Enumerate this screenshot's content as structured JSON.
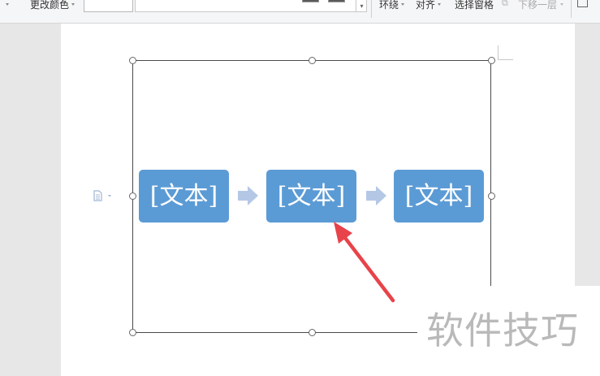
{
  "toolbar": {
    "change_color_label": "更改颜色",
    "wrap_label": "环绕",
    "align_label": "对齐",
    "selection_pane_label": "选择窗格",
    "send_backward_label": "下移一层"
  },
  "diagram": {
    "nodes": [
      {
        "text": "[文本]"
      },
      {
        "text": "[文本]"
      },
      {
        "text": "[文本]"
      }
    ],
    "node_color": "#5b9bd5",
    "arrow_color": "#b4c8e6"
  },
  "annotation": {
    "arrow_color": "#e8434a"
  },
  "watermark": {
    "text": "软件技巧"
  }
}
